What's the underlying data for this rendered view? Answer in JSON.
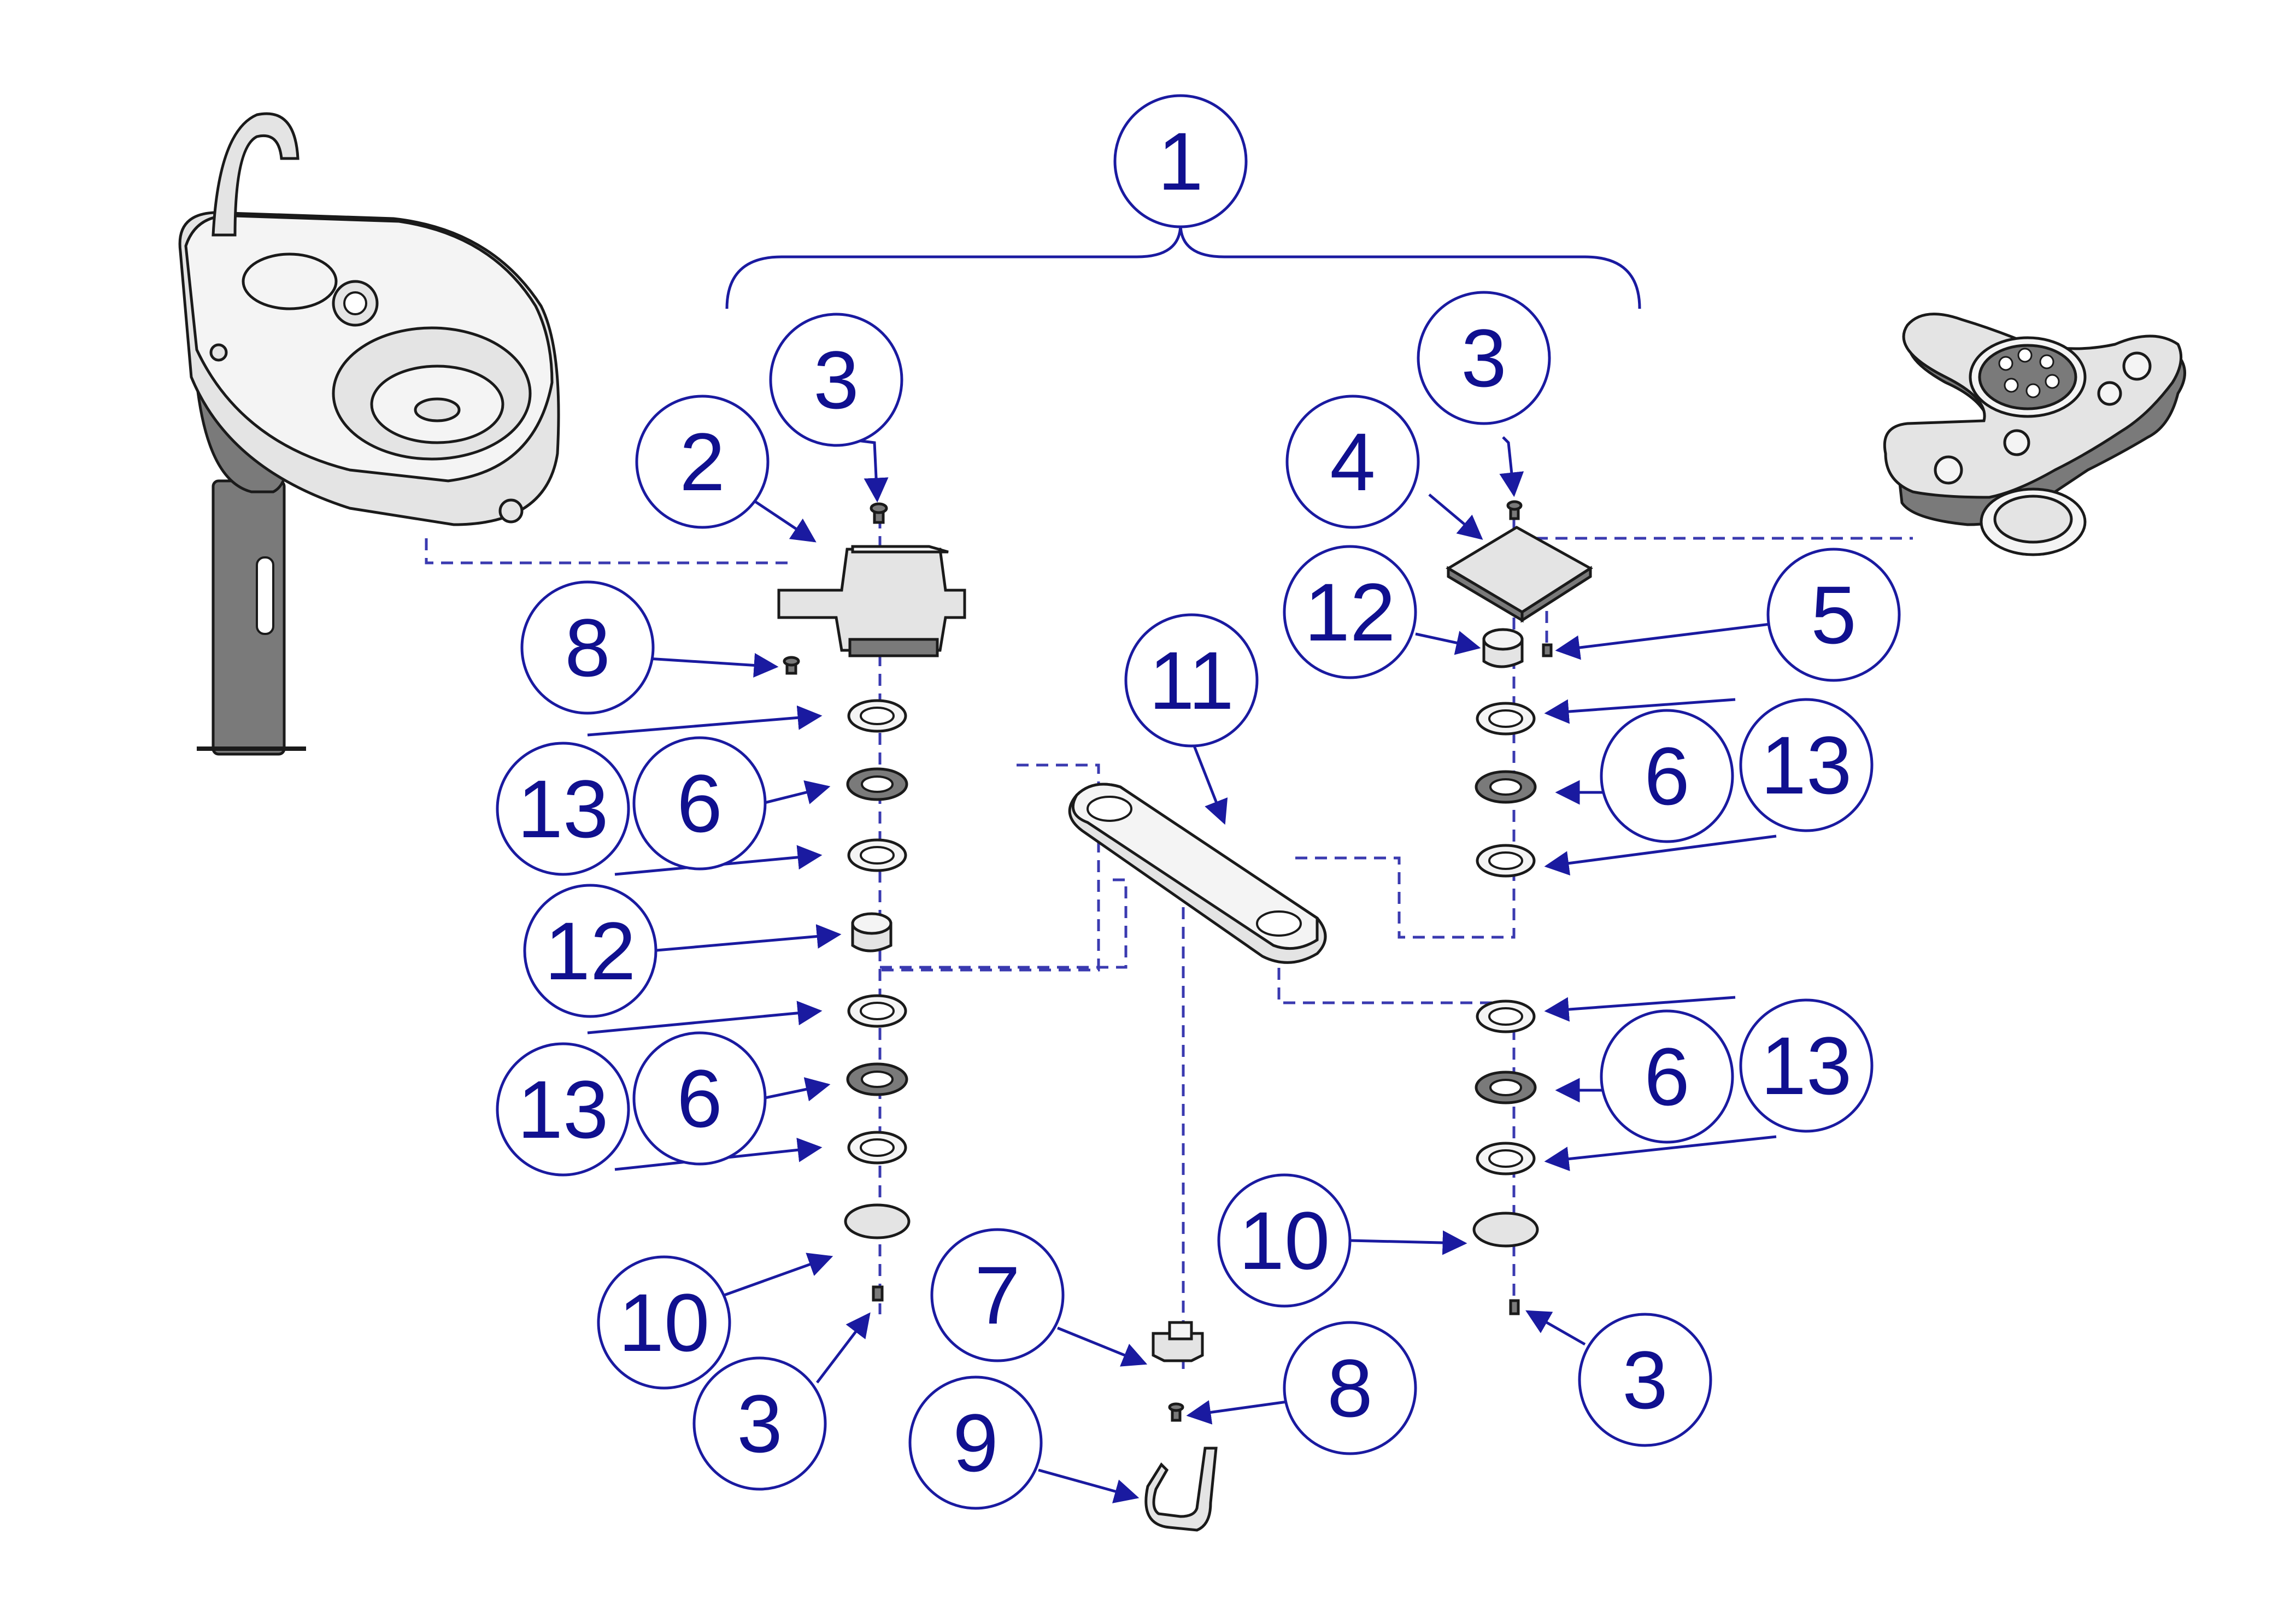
{
  "colors": {
    "callout_stroke": "#1a1aa0",
    "callout_text": "#10108f",
    "part_outline": "#1a1a1a",
    "part_fill": "#e4e4e4"
  },
  "callouts": {
    "c1": "1",
    "c2": "2",
    "c3_top_left": "3",
    "c3_top_right": "3",
    "c3_bottom_left": "3",
    "c3_bottom_right": "3",
    "c4": "4",
    "c5": "5",
    "c6_left_upper": "6",
    "c6_left_lower": "6",
    "c6_right_upper": "6",
    "c6_right_lower": "6",
    "c7": "7",
    "c8_left": "8",
    "c8_bottom": "8",
    "c9": "9",
    "c10_left": "10",
    "c10_right": "10",
    "c11": "11",
    "c12_left": "12",
    "c12_right": "12",
    "c13_left_upper": "13",
    "c13_left_lower": "13",
    "c13_right_upper": "13",
    "c13_right_lower": "13"
  }
}
